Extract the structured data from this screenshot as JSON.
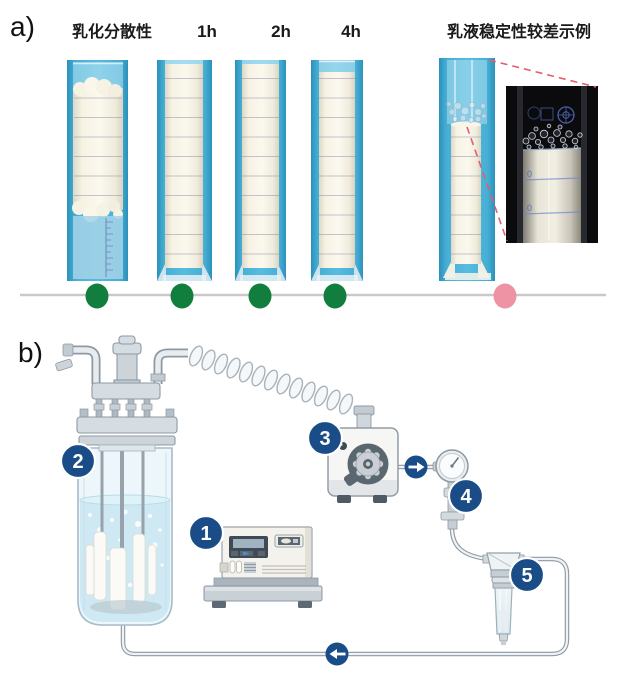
{
  "figure": {
    "panel_a": {
      "label": "a)",
      "columns": [
        {
          "label": "乳化分散性",
          "status": "good"
        },
        {
          "label": "1h",
          "status": "good"
        },
        {
          "label": "2h",
          "status": "good"
        },
        {
          "label": "4h",
          "status": "good"
        }
      ],
      "bad_example": {
        "label": "乳液稳定性较差示例",
        "status": "bad"
      },
      "status_colors": {
        "good": "#117e3d",
        "bad": "#ee93a4"
      },
      "callout_color": "#e75c6e",
      "inset_marks": {
        "tick_upper": "0",
        "tick_lower": "0"
      }
    },
    "panel_b": {
      "label": "b)",
      "badges": [
        {
          "num": "1"
        },
        {
          "num": "2"
        },
        {
          "num": "3"
        },
        {
          "num": "4"
        },
        {
          "num": "5"
        }
      ],
      "badge_color": "#1a4d87",
      "flow_arrows": [
        "right",
        "left"
      ]
    }
  }
}
